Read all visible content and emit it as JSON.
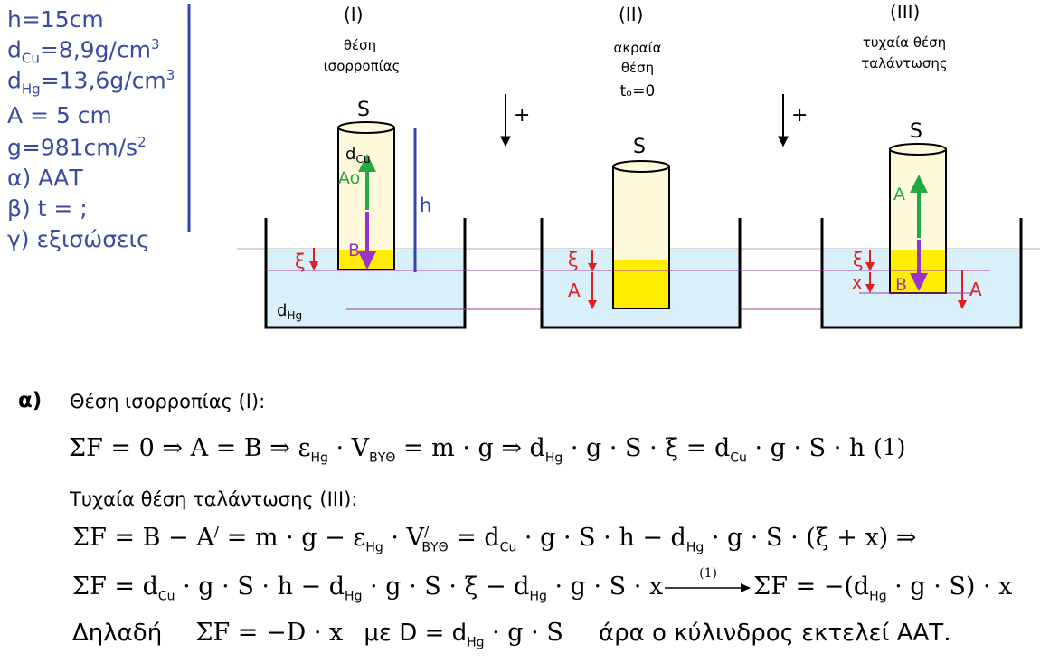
{
  "given": {
    "h": "h=15cm",
    "dcu_pre": "d",
    "dcu_sub": "Cu",
    "dcu_post": "=8,9g/cm",
    "dcu_sup": "3",
    "dhg_pre": "d",
    "dhg_sub": "Hg",
    "dhg_post": "=13,6g/cm",
    "dhg_sup": "3",
    "A": "A = 5 cm",
    "g_pre": "g=981cm/s",
    "g_sup": "2",
    "qa": "α) ΑΑΤ",
    "qb": "β) t = ;",
    "qc": "γ) εξισώσεις"
  },
  "diagram": {
    "p1_num": "(I)",
    "p1_l1": "θέση",
    "p1_l2": "ισορροπίας",
    "p2_num": "(II)",
    "p2_l1": "ακραία",
    "p2_l2": "θέση",
    "p2_t0": "tₒ=0",
    "p3_num": "(III)",
    "p3_l1": "τυχαία θέση",
    "p3_l2": "ταλάντωσης",
    "S": "S",
    "dCu": "dCu",
    "dHg": "dHg",
    "Ao": "Ao",
    "A": "A",
    "B": "B",
    "xi": "ξ",
    "x": "x",
    "h": "h",
    "plus": "+",
    "colors": {
      "liquid": "#d9f0fb",
      "yellow": "#ffee00",
      "tube": "#fffadc",
      "green": "#22aa44",
      "purple": "#9933cc",
      "red": "#e02020",
      "blue": "#3344aa",
      "axis": "#888888"
    }
  },
  "solution": {
    "label_a": "α)",
    "title": "Θέση ισορροπίας (Ι):",
    "eq1_lhs": "ΣF = 0 ⇒ A = B ⇒ ε",
    "eq1_hg": "Hg",
    "eq1_v": " · V",
    "eq1_byth": "ΒΥΘ",
    "eq1_mid": " = m · g ⇒ d",
    "eq1_hg2": "Hg",
    "eq1_mid2": " · g · S · ξ = d",
    "eq1_cu": "Cu",
    "eq1_end": " · g · S · h",
    "eq1_num": "(1)",
    "title3": "Τυχαία θέση ταλάντωσης (ΙΙΙ):",
    "eq2_a": "ΣF = B − A",
    "eq2_prime": "/",
    "eq2_b": " = m · g − ε",
    "eq2_hg": "Hg",
    "eq2_c": " · V",
    "eq2_byth": "ΒΥΘ",
    "eq2_prime2": "/",
    "eq2_d": " = d",
    "eq2_cu": "Cu",
    "eq2_e": " · g · S · h − d",
    "eq2_hg2": "Hg",
    "eq2_f": " · g · S · (ξ + x) ⇒",
    "eq3_a": "ΣF = d",
    "eq3_cu": "Cu",
    "eq3_b": " · g · S · h − d",
    "eq3_hg": "Hg",
    "eq3_c": " · g · S · ξ − d",
    "eq3_hg2": "Hg",
    "eq3_d": " · g · S · x",
    "eq3_ref": "(1)",
    "eq3_e": "ΣF = −(d",
    "eq3_hg3": "Hg",
    "eq3_f": " · g · S) · x",
    "eq4_a": "Δηλαδή",
    "eq4_b": "ΣF = −D · x",
    "eq4_c": "με D = d",
    "eq4_hg": "Hg",
    "eq4_d": " · g · S",
    "eq4_e": "άρα ο κύλινδρος εκτελεί ΑΑΤ."
  }
}
